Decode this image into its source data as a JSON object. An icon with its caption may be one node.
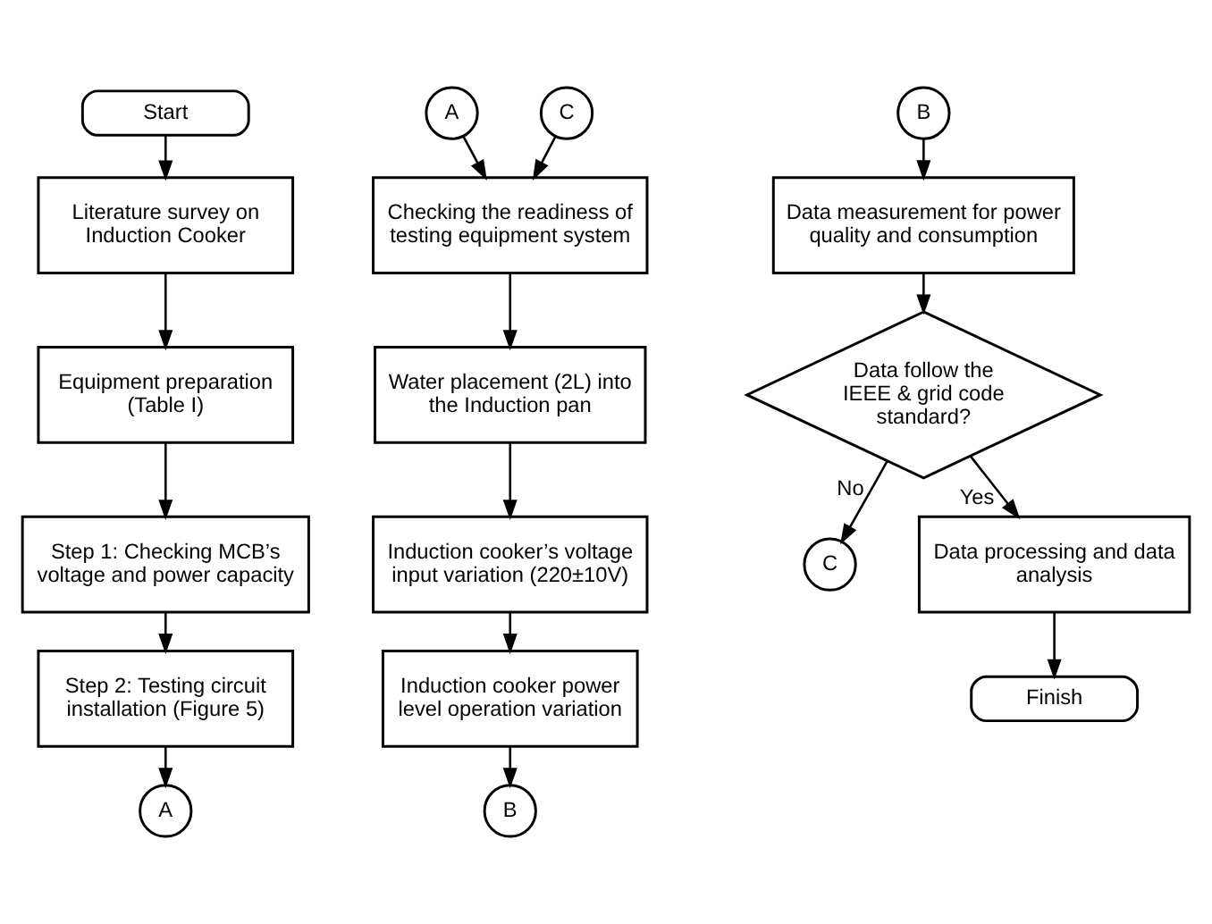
{
  "diagram": {
    "nodes": [
      {
        "text": [
          "Start"
        ]
      },
      {
        "text": [
          "Literature survey on Induction Cooker"
        ]
      },
      {
        "text": [
          "Equipment preparation (Table I)"
        ]
      },
      {
        "text": [
          "Step 1: Checking MCB’s voltage and power capacity"
        ]
      },
      {
        "text": [
          "Step 2: Testing circuit installation (Figure 5)"
        ]
      },
      {
        "text": [
          "A"
        ]
      },
      {
        "text": [
          "A"
        ]
      },
      {
        "text": [
          "C"
        ]
      },
      {
        "text": [
          "Checking the readiness of testing equipment system"
        ]
      },
      {
        "text": [
          "Water placement (2L) into the Induction pan"
        ]
      },
      {
        "text": [
          "Induction cooker’s voltage input variation (220±10V)"
        ]
      },
      {
        "text": [
          "Induction cooker power level operation variation"
        ]
      },
      {
        "text": [
          "B"
        ]
      },
      {
        "text": [
          "B"
        ]
      },
      {
        "text": [
          "Data measurement for power quality and consumption"
        ]
      },
      {
        "text": [
          "Data follow the IEEE & grid code standard?"
        ]
      },
      {
        "text": [
          "C"
        ]
      },
      {
        "text": [
          "Data processing and data analysis"
        ]
      },
      {
        "text": [
          "Finish"
        ]
      }
    ],
    "edges": [
      {
        "from": 0,
        "to": 1,
        "arrow": "to"
      },
      {
        "from": 1,
        "to": 2,
        "arrow": "to"
      },
      {
        "from": 2,
        "to": 3,
        "arrow": "to"
      },
      {
        "from": 3,
        "to": 4,
        "arrow": "to"
      },
      {
        "from": 4,
        "to": 5,
        "arrow": "to"
      },
      {
        "from": 6,
        "to": 8,
        "arrow": "to"
      },
      {
        "from": 7,
        "to": 8,
        "arrow": "to"
      },
      {
        "from": 8,
        "to": 9,
        "arrow": "to"
      },
      {
        "from": 9,
        "to": 10,
        "arrow": "to"
      },
      {
        "from": 10,
        "to": 11,
        "arrow": "to"
      },
      {
        "from": 11,
        "to": 12,
        "arrow": "to"
      },
      {
        "from": 13,
        "to": 14,
        "arrow": "to"
      },
      {
        "from": 14,
        "to": 15,
        "arrow": "to"
      },
      {
        "from": 15,
        "to": 16,
        "label": "No",
        "arrow": "to"
      },
      {
        "from": 15,
        "to": 17,
        "label": "Yes",
        "arrow": "to"
      },
      {
        "from": 17,
        "to": 18,
        "arrow": "to"
      }
    ]
  }
}
